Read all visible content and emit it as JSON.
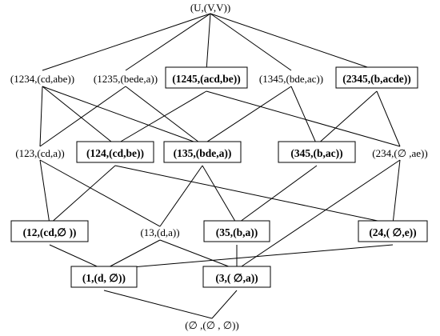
{
  "diagram": {
    "nodes": {
      "top": {
        "label": "(U,(V,V))",
        "boxed": false
      },
      "n1234": {
        "label": "(1234,(cd,abe))",
        "boxed": false
      },
      "n1235": {
        "label": "(1235,(bede,a))",
        "boxed": false
      },
      "n1245": {
        "label": "(1245,(acd,be))",
        "boxed": true
      },
      "n1345": {
        "label": "(1345,(bde,ac))",
        "boxed": false
      },
      "n2345": {
        "label": "(2345,(b,acde))",
        "boxed": true
      },
      "n123": {
        "label": "(123,(cd,a))",
        "boxed": false
      },
      "n124": {
        "label": "(124,(cd,be))",
        "boxed": true
      },
      "n135": {
        "label": "(135,(bde,a))",
        "boxed": true
      },
      "n345": {
        "label": "(345,(b,ac))",
        "boxed": true
      },
      "n234": {
        "label": "(234,(∅ ,ae))",
        "boxed": false
      },
      "n12": {
        "label": "(12,(cd,∅ ))",
        "boxed": true
      },
      "n13": {
        "label": "(13,(d,a))",
        "boxed": false
      },
      "n35": {
        "label": "(35,(b,a))",
        "boxed": true
      },
      "n24": {
        "label": "(24,( ∅,e))",
        "boxed": true
      },
      "n1": {
        "label": "(1,(d, ∅))",
        "boxed": true
      },
      "n3": {
        "label": "(3,( ∅,a))",
        "boxed": true
      },
      "bottom": {
        "label": "(∅ ,(∅ ,  ∅))",
        "boxed": false
      }
    },
    "edges": [
      [
        "top",
        "n1234"
      ],
      [
        "top",
        "n1235"
      ],
      [
        "top",
        "n1245"
      ],
      [
        "top",
        "n1345"
      ],
      [
        "top",
        "n2345"
      ],
      [
        "n1234",
        "n123"
      ],
      [
        "n1234",
        "n124"
      ],
      [
        "n1234",
        "n135"
      ],
      [
        "n1235",
        "n123"
      ],
      [
        "n1235",
        "n135"
      ],
      [
        "n1245",
        "n124"
      ],
      [
        "n1245",
        "n234"
      ],
      [
        "n1345",
        "n135"
      ],
      [
        "n1345",
        "n345"
      ],
      [
        "n2345",
        "n345"
      ],
      [
        "n2345",
        "n234"
      ],
      [
        "n123",
        "n12"
      ],
      [
        "n123",
        "n13"
      ],
      [
        "n124",
        "n12"
      ],
      [
        "n124",
        "n24"
      ],
      [
        "n135",
        "n13"
      ],
      [
        "n135",
        "n35"
      ],
      [
        "n345",
        "n35"
      ],
      [
        "n234",
        "n24"
      ],
      [
        "n234",
        "n3"
      ],
      [
        "n12",
        "n1"
      ],
      [
        "n13",
        "n1"
      ],
      [
        "n13",
        "n3"
      ],
      [
        "n35",
        "n3"
      ],
      [
        "n24",
        "n1"
      ],
      [
        "n1",
        "bottom"
      ],
      [
        "n3",
        "bottom"
      ]
    ]
  }
}
